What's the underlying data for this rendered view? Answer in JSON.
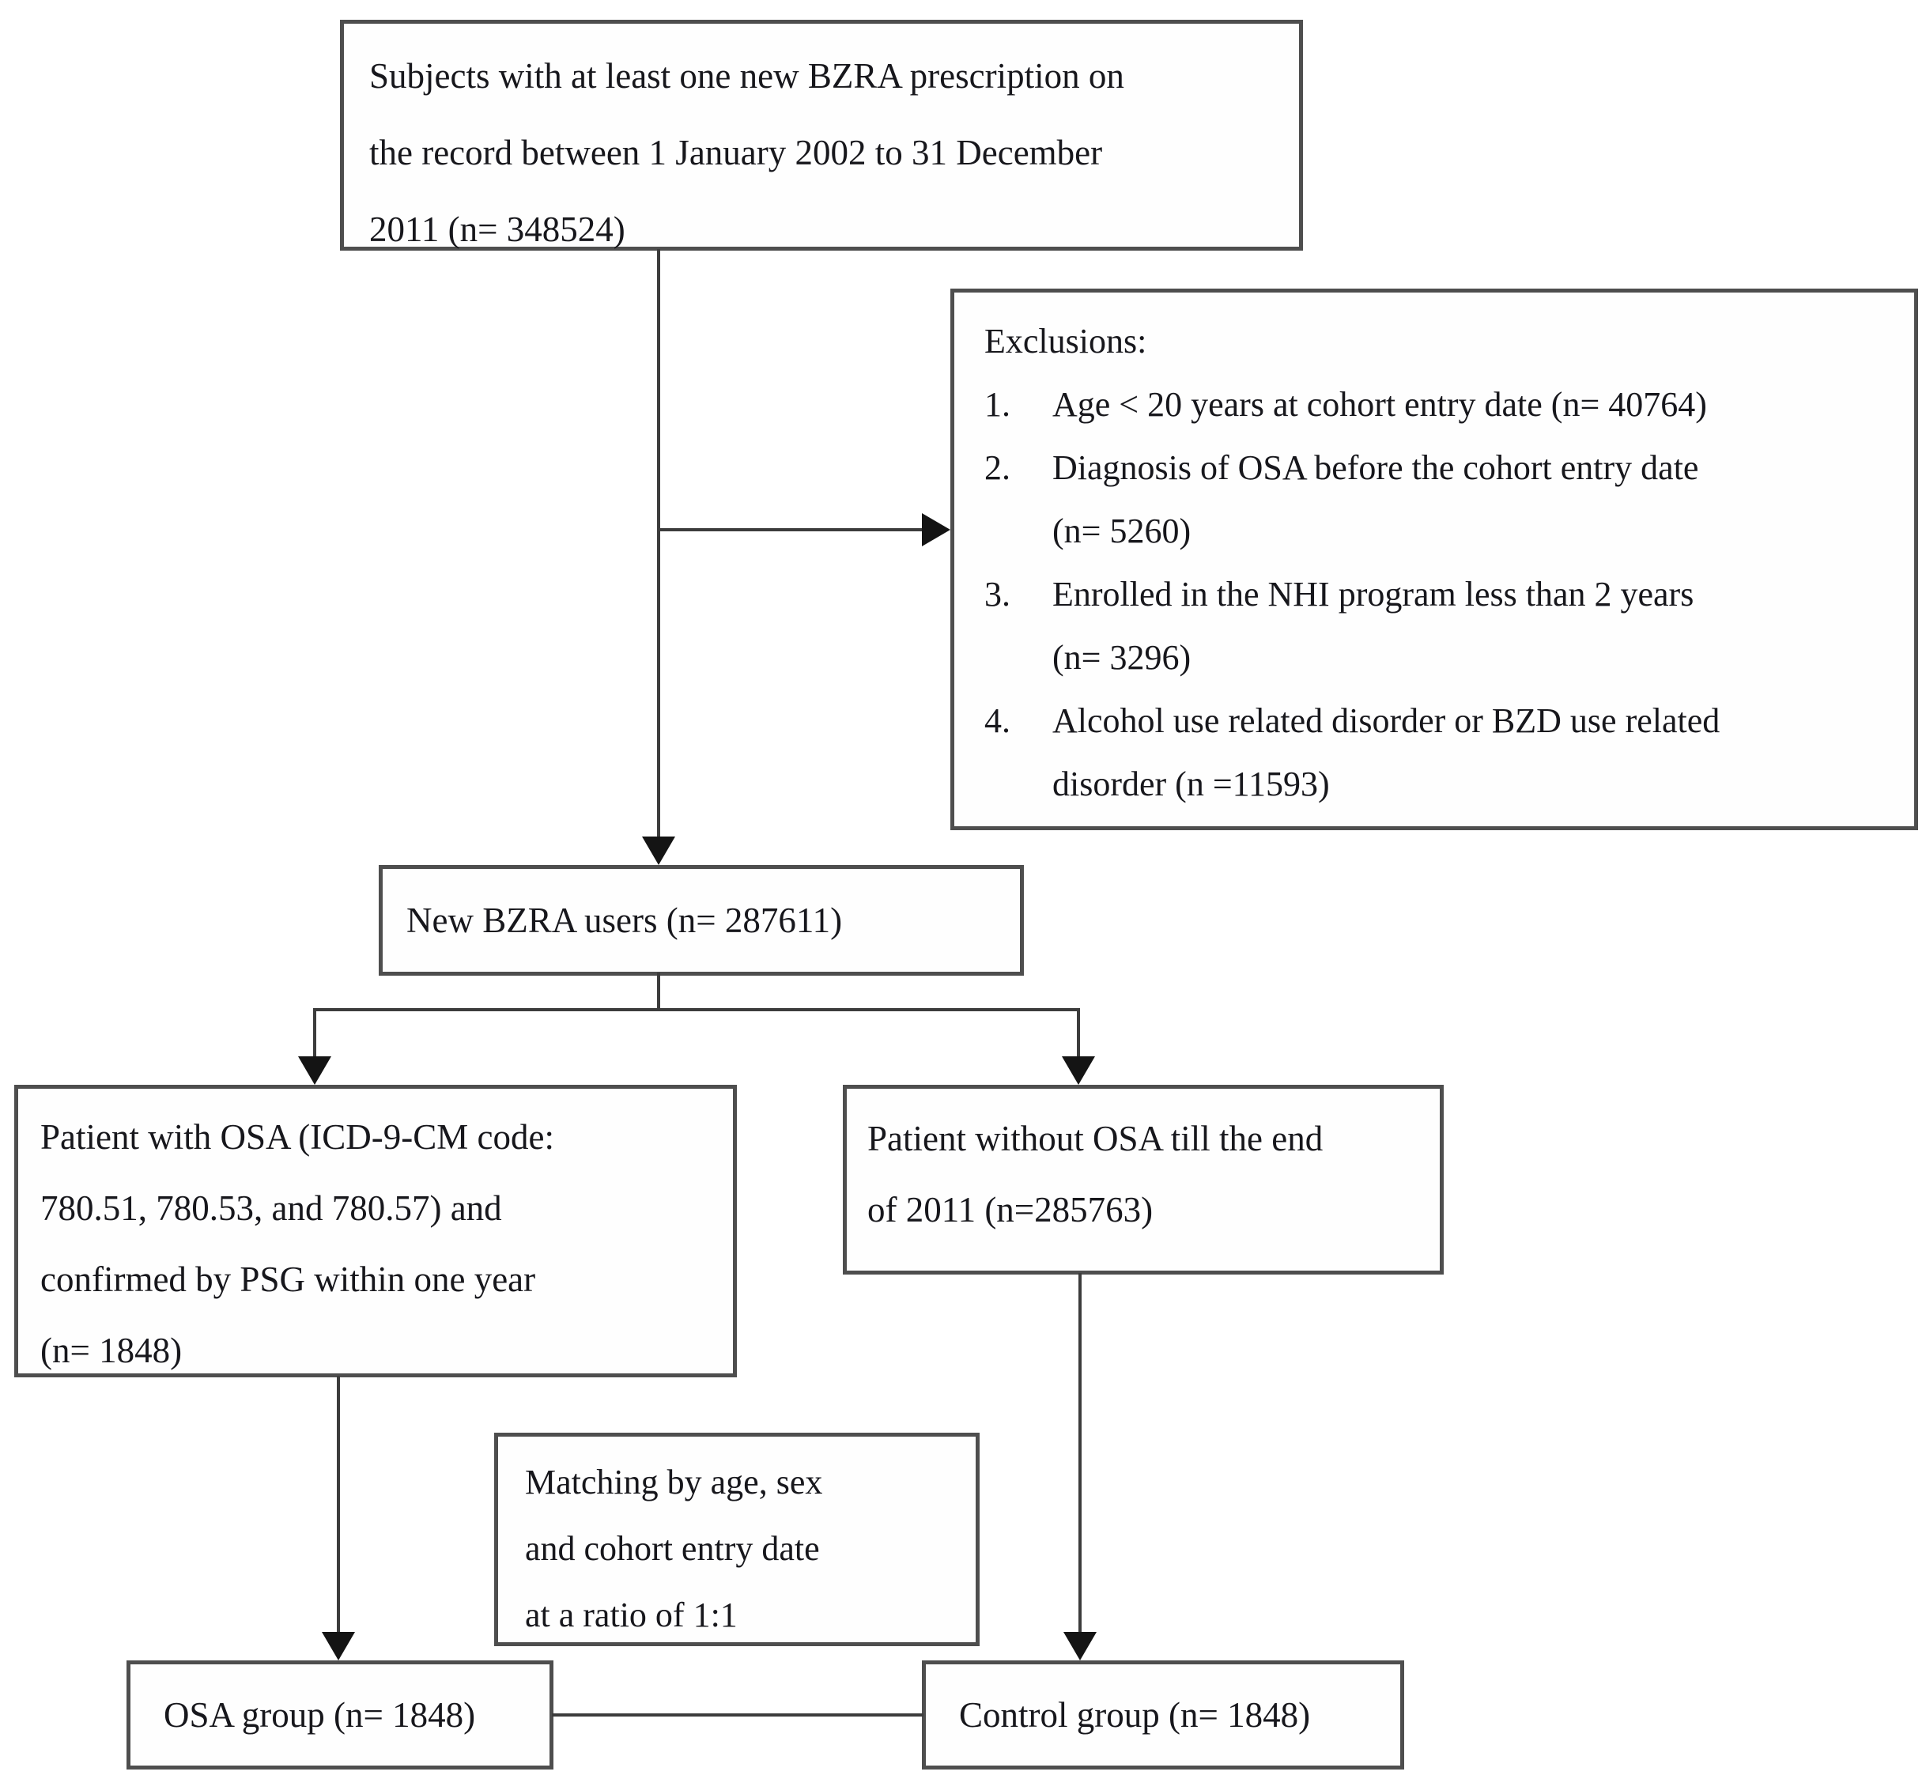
{
  "page": {
    "background_color": "#ffffff",
    "box_border_color": "#4e4e4e",
    "connector_color": "#3c3c3c",
    "text_color": "#17171c"
  },
  "boxes": {
    "subjects": {
      "lines": [
        "Subjects with at least one new BZRA prescription on",
        "the record between 1 January 2002 to 31 December",
        "2011 (n= 348524)"
      ]
    },
    "exclusions": {
      "title": "Exclusions:",
      "items": [
        {
          "num": "1.",
          "lines": [
            "Age < 20 years at cohort entry date (n= 40764)"
          ]
        },
        {
          "num": "2.",
          "lines": [
            "Diagnosis of OSA before the cohort entry date",
            "(n= 5260)"
          ]
        },
        {
          "num": "3.",
          "lines": [
            "Enrolled in the NHI program less than 2 years",
            "(n= 3296)"
          ]
        },
        {
          "num": "4.",
          "lines": [
            "Alcohol use related disorder or BZD use related",
            "disorder (n =11593)"
          ]
        }
      ]
    },
    "new_bzra": {
      "text": "New BZRA users (n= 287611)"
    },
    "with_osa": {
      "lines": [
        "Patient with OSA (ICD-9-CM code:",
        "780.51, 780.53, and 780.57) and",
        "confirmed by PSG within one year",
        "(n= 1848)"
      ]
    },
    "without_osa": {
      "lines": [
        "Patient without OSA till the end",
        "of 2011 (n=285763)"
      ]
    },
    "matching": {
      "lines": [
        "Matching by age, sex",
        "and cohort entry date",
        "at a ratio of 1:1"
      ]
    },
    "osa_group": {
      "text": "OSA group (n= 1848)"
    },
    "control_group": {
      "text": "Control group (n= 1848)"
    }
  }
}
